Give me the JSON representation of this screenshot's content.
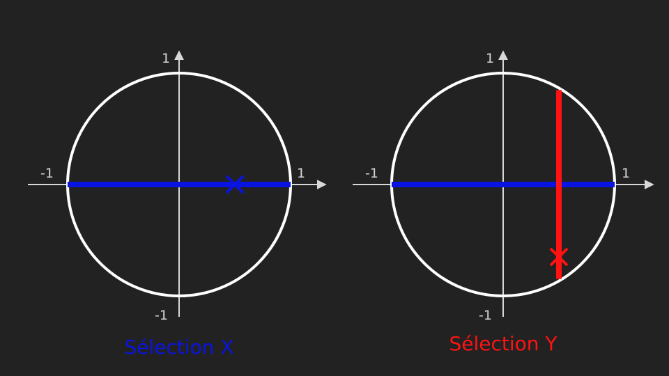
{
  "colors": {
    "background": "#222222",
    "axis": "#d8d8d8",
    "circle": "#ffffff",
    "x_selection": "#0a14e0",
    "y_selection": "#ff1212"
  },
  "panels": [
    {
      "caption": "Sélection X",
      "ticks": {
        "x_pos": "1",
        "x_neg": "-1",
        "y_pos": "1",
        "y_neg": "-1"
      },
      "x_segment": [
        -1,
        1
      ],
      "marker": {
        "x": 0.5,
        "y": 0,
        "color_key": "x_selection"
      }
    },
    {
      "caption": "Sélection Y",
      "ticks": {
        "x_pos": "1",
        "x_neg": "-1",
        "y_pos": "1",
        "y_neg": "-1"
      },
      "x_segment": [
        -1,
        1
      ],
      "selected_x": 0.5,
      "marker": {
        "x": 0.5,
        "y": -0.65,
        "color_key": "y_selection"
      }
    }
  ]
}
